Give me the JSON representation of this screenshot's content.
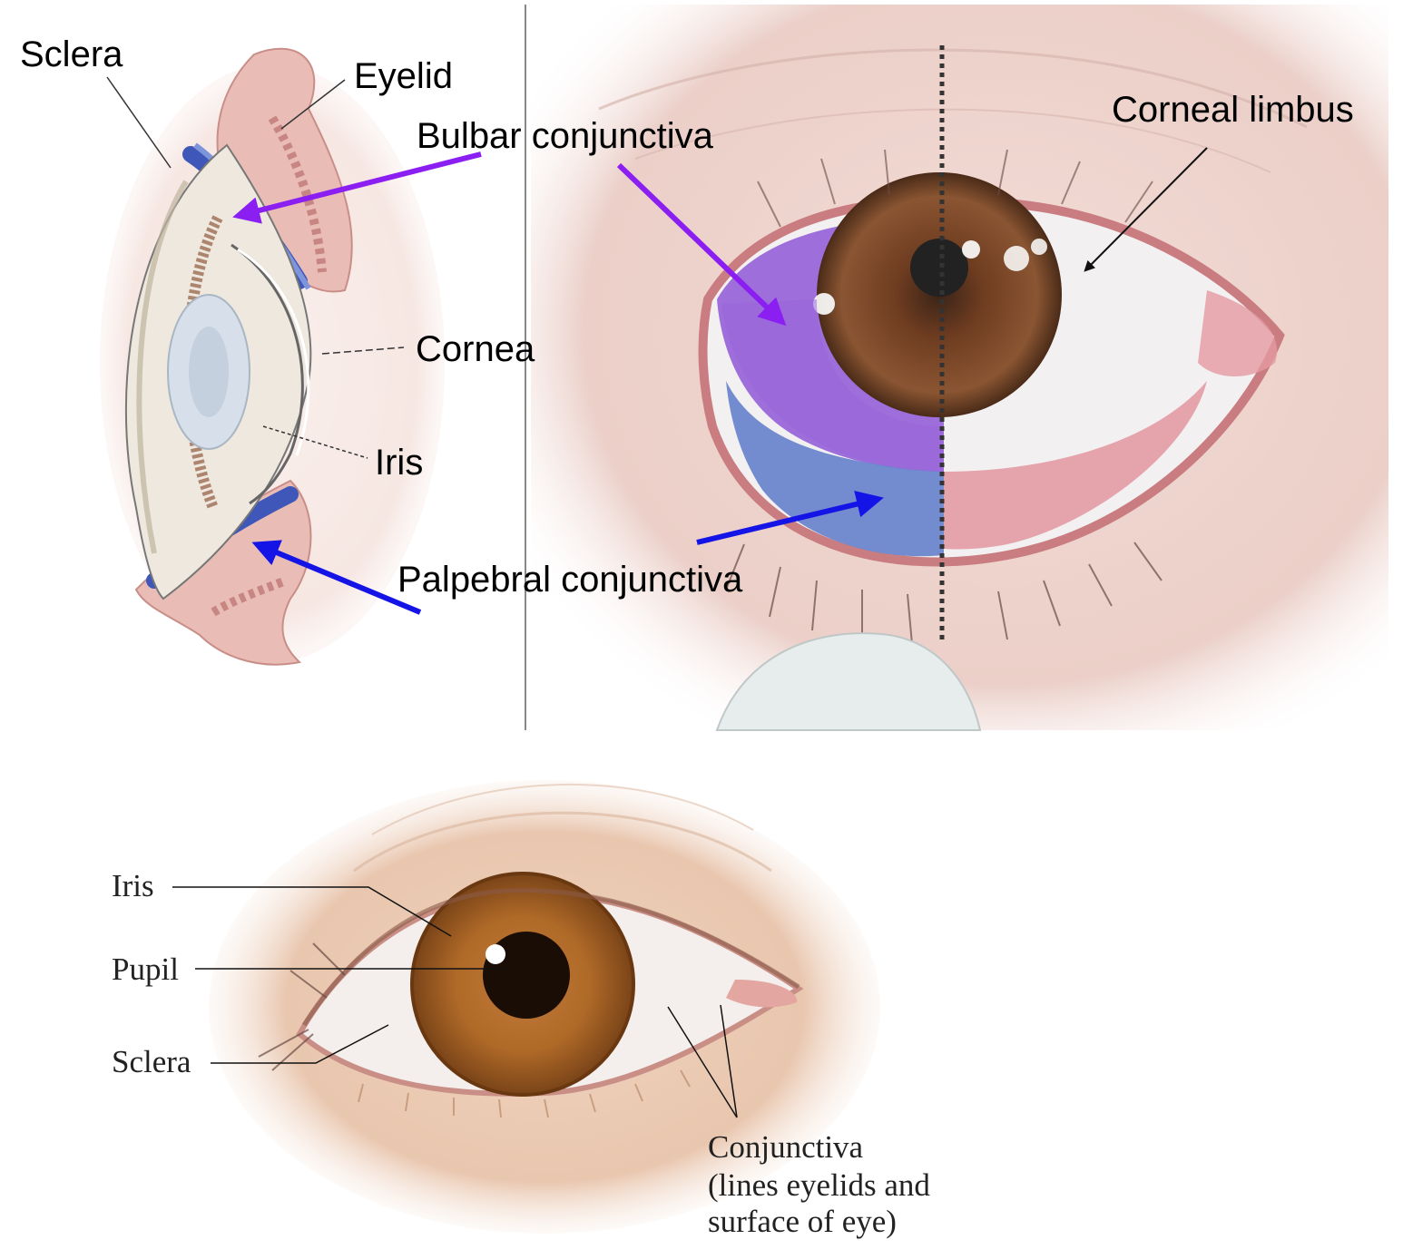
{
  "top_left_panel": {
    "labels": {
      "sclera": "Sclera",
      "eyelid": "Eyelid",
      "cornea": "Cornea",
      "iris": "Iris"
    }
  },
  "top_right_panel": {
    "labels": {
      "bulbar_conjunctiva": "Bulbar conjunctiva",
      "corneal_limbus": "Corneal limbus",
      "palpebral_conjunctiva": "Palpebral conjunctiva"
    }
  },
  "bottom_panel": {
    "labels": {
      "iris": "Iris",
      "pupil": "Pupil",
      "sclera": "Sclera",
      "conjunctiva_line1": "Conjunctiva",
      "conjunctiva_line2": "(lines eyelids and",
      "conjunctiva_line3": "surface of eye)"
    }
  },
  "colors": {
    "bulbar_arrow": "#8B1FF2",
    "palpebral_arrow": "#1414E6",
    "bulbar_highlight": "#9966D9",
    "palpebral_highlight": "#6B86CC",
    "skin": "#F1D9D2",
    "iris_brown": "#8A4E2A",
    "divider": "#888888"
  }
}
